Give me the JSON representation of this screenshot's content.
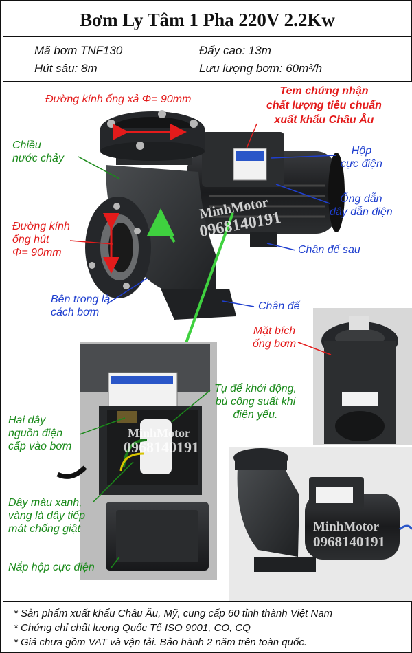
{
  "title": "Bơm Ly Tâm 1 Pha 220V 2.2Kw",
  "specs": {
    "model": "Mã bơm TNF130",
    "head": "Đẩy cao: 13m",
    "suction": "Hút sâu: 8m",
    "flow": "Lưu lượng bơm: 60m³/h"
  },
  "labels": {
    "outlet_diameter": "Đường kính ống xả Φ= 90mm",
    "certification": "Tem chứng nhận\nchất lượng tiêu chuẩn\nxuất khẩu Châu Âu",
    "flow_direction": "Chiều\nnước chảy",
    "terminal_box": "Hộp\ncực điện",
    "wire_conduit": "Ống dẫn\ndây dẫn điện",
    "inlet_diameter": "Đường kính\nống hút\nΦ= 90mm",
    "rear_foot": "Chân đế sau",
    "inside_insulated": "Bên trong là\ncách bơm",
    "base_foot": "Chân đế",
    "pump_flange": "Mặt bích\nống bơm",
    "capacitor": "Tụ để khởi động,\nbù công suất khi\nđiện yếu.",
    "two_wires": "Hai dây\nnguồn điện\ncấp vào bơm",
    "ground_wire": "Dây màu xanh,\nvàng là dây tiếp\nmát chống giật",
    "box_cover": "Nắp hộp cực điện"
  },
  "watermark": {
    "brand": "MinhMotor",
    "phone": "0968140191"
  },
  "footer": [
    "* Sản phẩm xuất khẩu Châu Âu, Mỹ, cung cấp 60 tỉnh thành Việt Nam",
    "* Chứng chỉ chất lượng Quốc Tế ISO 9001, CO, CQ",
    "* Giá chưa gồm VAT và vận tải. Bảo hành 2 năm trên toàn quốc."
  ],
  "colors": {
    "red_label": "#e31b1b",
    "green_label": "#1a8a1a",
    "blue_label": "#1f3fcf",
    "pump_body": "#2f3133"
  }
}
